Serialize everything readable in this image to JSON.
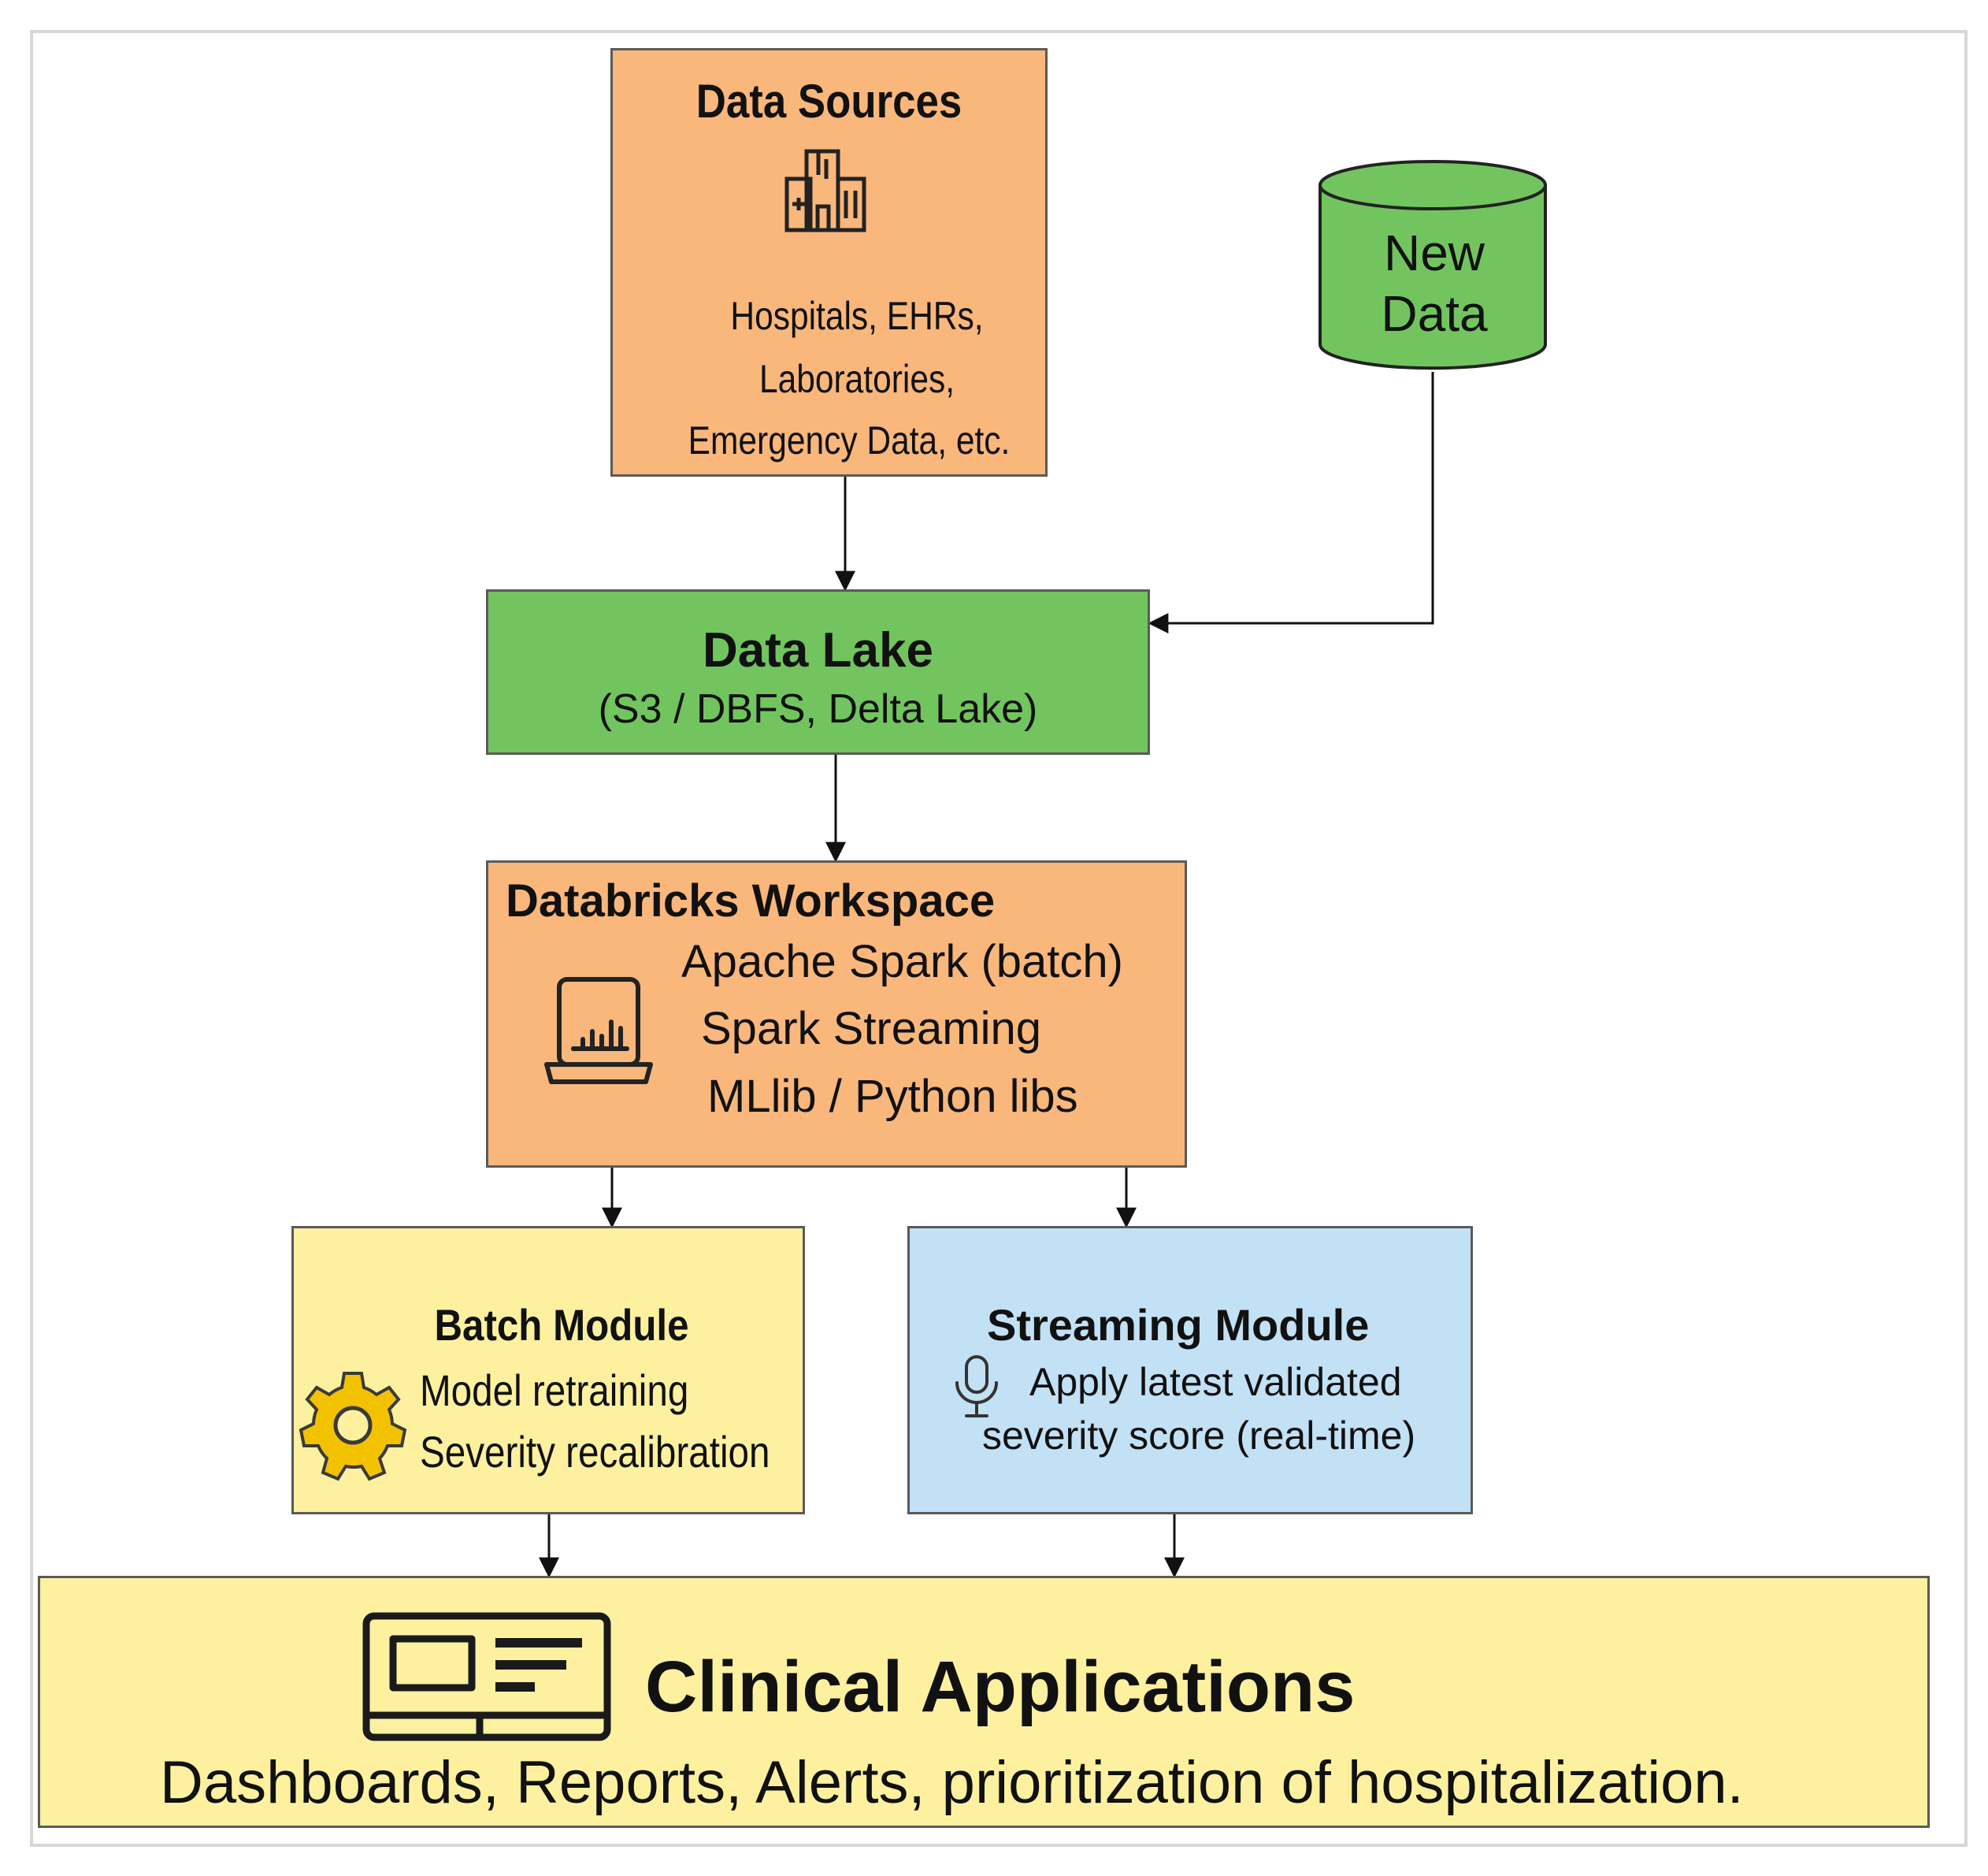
{
  "data_sources": {
    "title": "Data Sources",
    "lines": [
      "Hospitals, EHRs,",
      "Laboratories,",
      "Emergency Data, etc."
    ],
    "icon": "hospital-building-icon"
  },
  "new_data": {
    "lines": [
      "New",
      "Data"
    ],
    "shape": "database-cylinder"
  },
  "data_lake": {
    "title": "Data Lake",
    "subtitle": "(S3 / DBFS, Delta Lake)"
  },
  "databricks": {
    "title": "Databricks Workspace",
    "lines": [
      "Apache Spark (batch)",
      "Spark Streaming",
      "MLlib / Python libs"
    ],
    "icon": "laptop-chart-icon"
  },
  "batch_module": {
    "title": "Batch Module",
    "lines": [
      "Model retraining",
      "Severity  recalibration"
    ],
    "icon": "gear-icon"
  },
  "streaming_module": {
    "title": "Streaming Module",
    "lines": [
      "Apply latest validated",
      "severity score (real-time)"
    ],
    "icon": "microphone-icon"
  },
  "clinical_apps": {
    "title": "Clinical Applications",
    "subtitle": "Dashboards, Reports, Alerts, prioritization of hospitalization.",
    "icon": "monitor-dashboard-icon"
  },
  "colors": {
    "orange": "#f9b77c",
    "green": "#72c55e",
    "yellow": "#fdf1a0",
    "blue": "#c3e1f5",
    "border": "#5a5a5a",
    "gear": "#f2c200"
  }
}
